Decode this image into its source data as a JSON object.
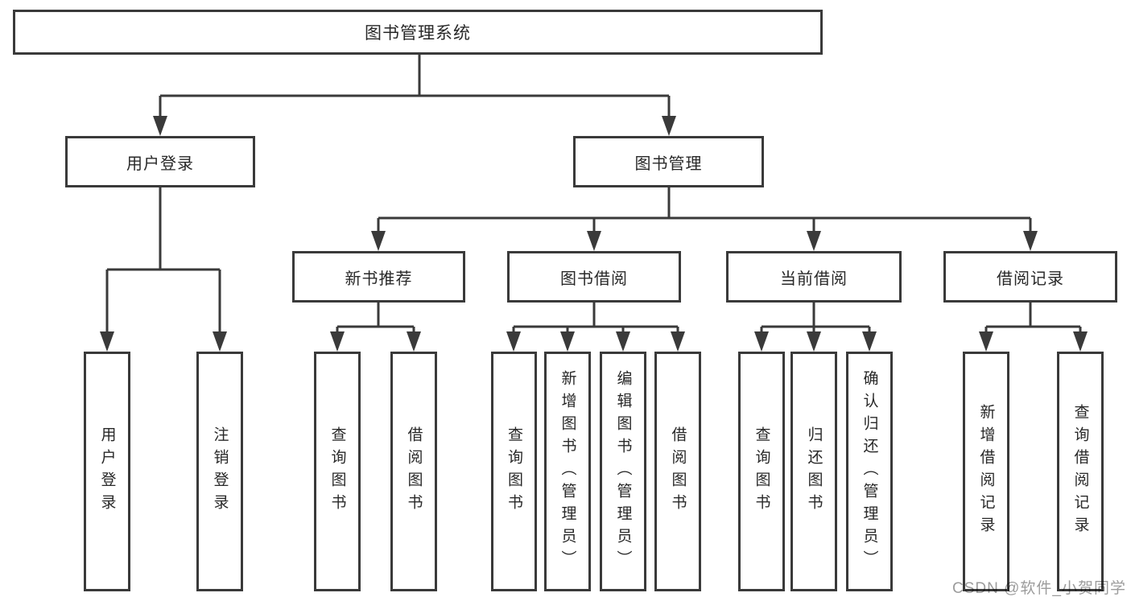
{
  "diagram": {
    "title": "图书管理系统",
    "level2": [
      "用户登录",
      "图书管理"
    ],
    "level3": [
      "新书推荐",
      "图书借阅",
      "当前借阅",
      "借阅记录"
    ],
    "leaves": {
      "user_login": [
        "用户登录",
        "注销登录"
      ],
      "new_book": [
        "查询图书",
        "借阅图书"
      ],
      "book_borrow": [
        "查询图书",
        "新增图书（管理员）",
        "编辑图书（管理员）",
        "借阅图书"
      ],
      "current_borrow": [
        "查询图书",
        "归还图书",
        "确认归还（管理员）"
      ],
      "borrow_record": [
        "新增借阅记录",
        "查询借阅记录"
      ]
    }
  },
  "watermark": {
    "text": "CSDN @软件_小贺同学"
  },
  "colors": {
    "line": "#3a3a3a",
    "text": "#282828",
    "watermark": "#9c9c9c",
    "background": "#ffffff"
  }
}
